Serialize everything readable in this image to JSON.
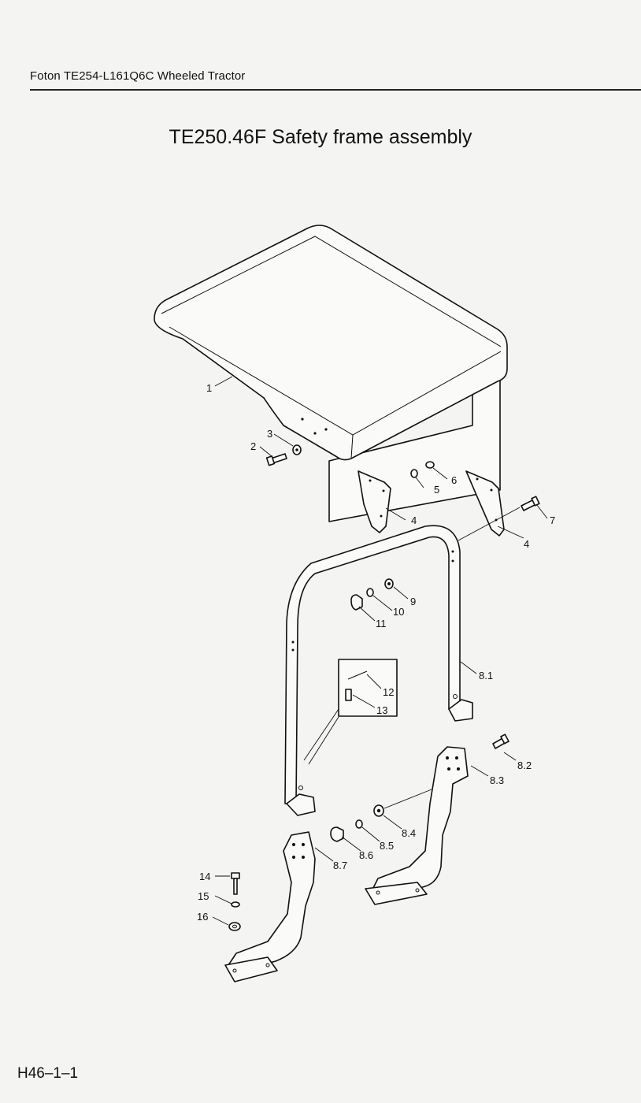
{
  "header": {
    "text": "Foton TE254-L161Q6C Wheeled Tractor"
  },
  "title": "TE250.46F  Safety frame assembly",
  "page_code": "H46–1–1",
  "callouts": {
    "c1": "1",
    "c2": "2",
    "c3": "3",
    "c4a": "4",
    "c4b": "4",
    "c5": "5",
    "c6": "6",
    "c7": "7",
    "c8_1": "8.1",
    "c8_2": "8.2",
    "c8_3": "8.3",
    "c8_4": "8.4",
    "c8_5": "8.5",
    "c8_6": "8.6",
    "c8_7": "8.7",
    "c9": "9",
    "c10": "10",
    "c11": "11",
    "c12": "12",
    "c13": "13",
    "c14": "14",
    "c15": "15",
    "c16": "16"
  }
}
